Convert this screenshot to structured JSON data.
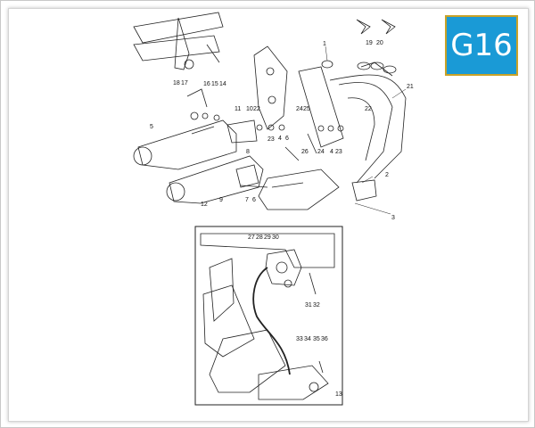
{
  "badge": {
    "code": "G16",
    "color": "#1a9ad6",
    "border_color": "#c9a227"
  },
  "callouts_upper": {
    "c1": "1",
    "c2": "2",
    "c3": "3",
    "c4a": "4",
    "c4b": "4",
    "c5": "5",
    "c6a": "6",
    "c6b": "6",
    "c7": "7",
    "c8": "8",
    "c9": "9",
    "c10": "10",
    "c11": "11",
    "c12": "12",
    "c14": "14",
    "c15": "15",
    "c16": "16",
    "c17": "17",
    "c18": "18",
    "c19": "19",
    "c20": "20",
    "c21": "21",
    "c22a": "22",
    "c22b": "22",
    "c23a": "23",
    "c23b": "23",
    "c24a": "24",
    "c24b": "24",
    "c25": "25",
    "c26": "26"
  },
  "callouts_inset": {
    "c27": "27",
    "c28": "28",
    "c29": "29",
    "c30": "30",
    "c31": "31",
    "c32": "32",
    "c33": "33",
    "c34": "34",
    "c35": "35",
    "c36": "36",
    "c13": "13"
  }
}
